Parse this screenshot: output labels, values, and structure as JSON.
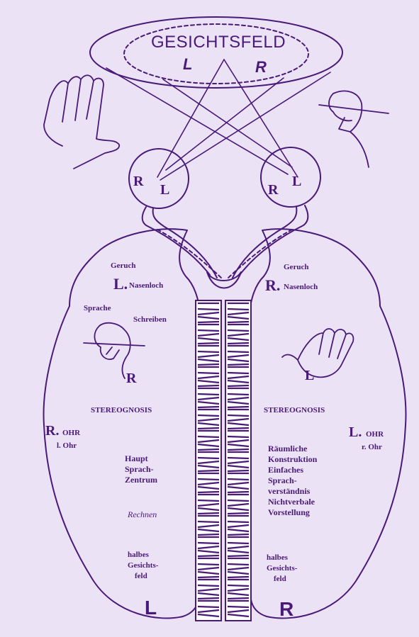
{
  "colors": {
    "ink": "#4a1a78",
    "paper": "#ebe2f5"
  },
  "field": {
    "title": "GESICHTSFELD",
    "left": "L",
    "right": "R"
  },
  "eyes": {
    "left": {
      "r": "R",
      "l": "L"
    },
    "right": {
      "r": "R",
      "l": "L"
    }
  },
  "left_hemisphere": {
    "smell": "Geruch",
    "nostril_letter": "L.",
    "nostril": "Nasenloch",
    "speech": "Sprache",
    "writing": "Schreiben",
    "hand_letter": "R",
    "stereognosis": "STEREOGNOSIS",
    "ear_letter": "R.",
    "ear": "OHR",
    "ear_sub": "l. Ohr",
    "speech_center": [
      "Haupt",
      "Sprach-",
      "Zentrum"
    ],
    "calculation": "Rechnen",
    "half_field": [
      "halbes",
      "Gesichts-",
      "feld"
    ],
    "hemisphere_letter": "L"
  },
  "right_hemisphere": {
    "smell": "Geruch",
    "nostril_letter": "R.",
    "nostril": "Nasenloch",
    "hand_letter": "L",
    "stereognosis": "STEREOGNOSIS",
    "ear_letter": "L.",
    "ear": "OHR",
    "ear_sub": "r. Ohr",
    "functions": [
      "Räumliche",
      "Konstruktion",
      "Einfaches",
      "Sprach-",
      "verständnis",
      "Nichtverbale",
      "Vorstellung"
    ],
    "half_field": [
      "halbes",
      "Gesichts-",
      "feld"
    ],
    "hemisphere_letter": "R"
  }
}
